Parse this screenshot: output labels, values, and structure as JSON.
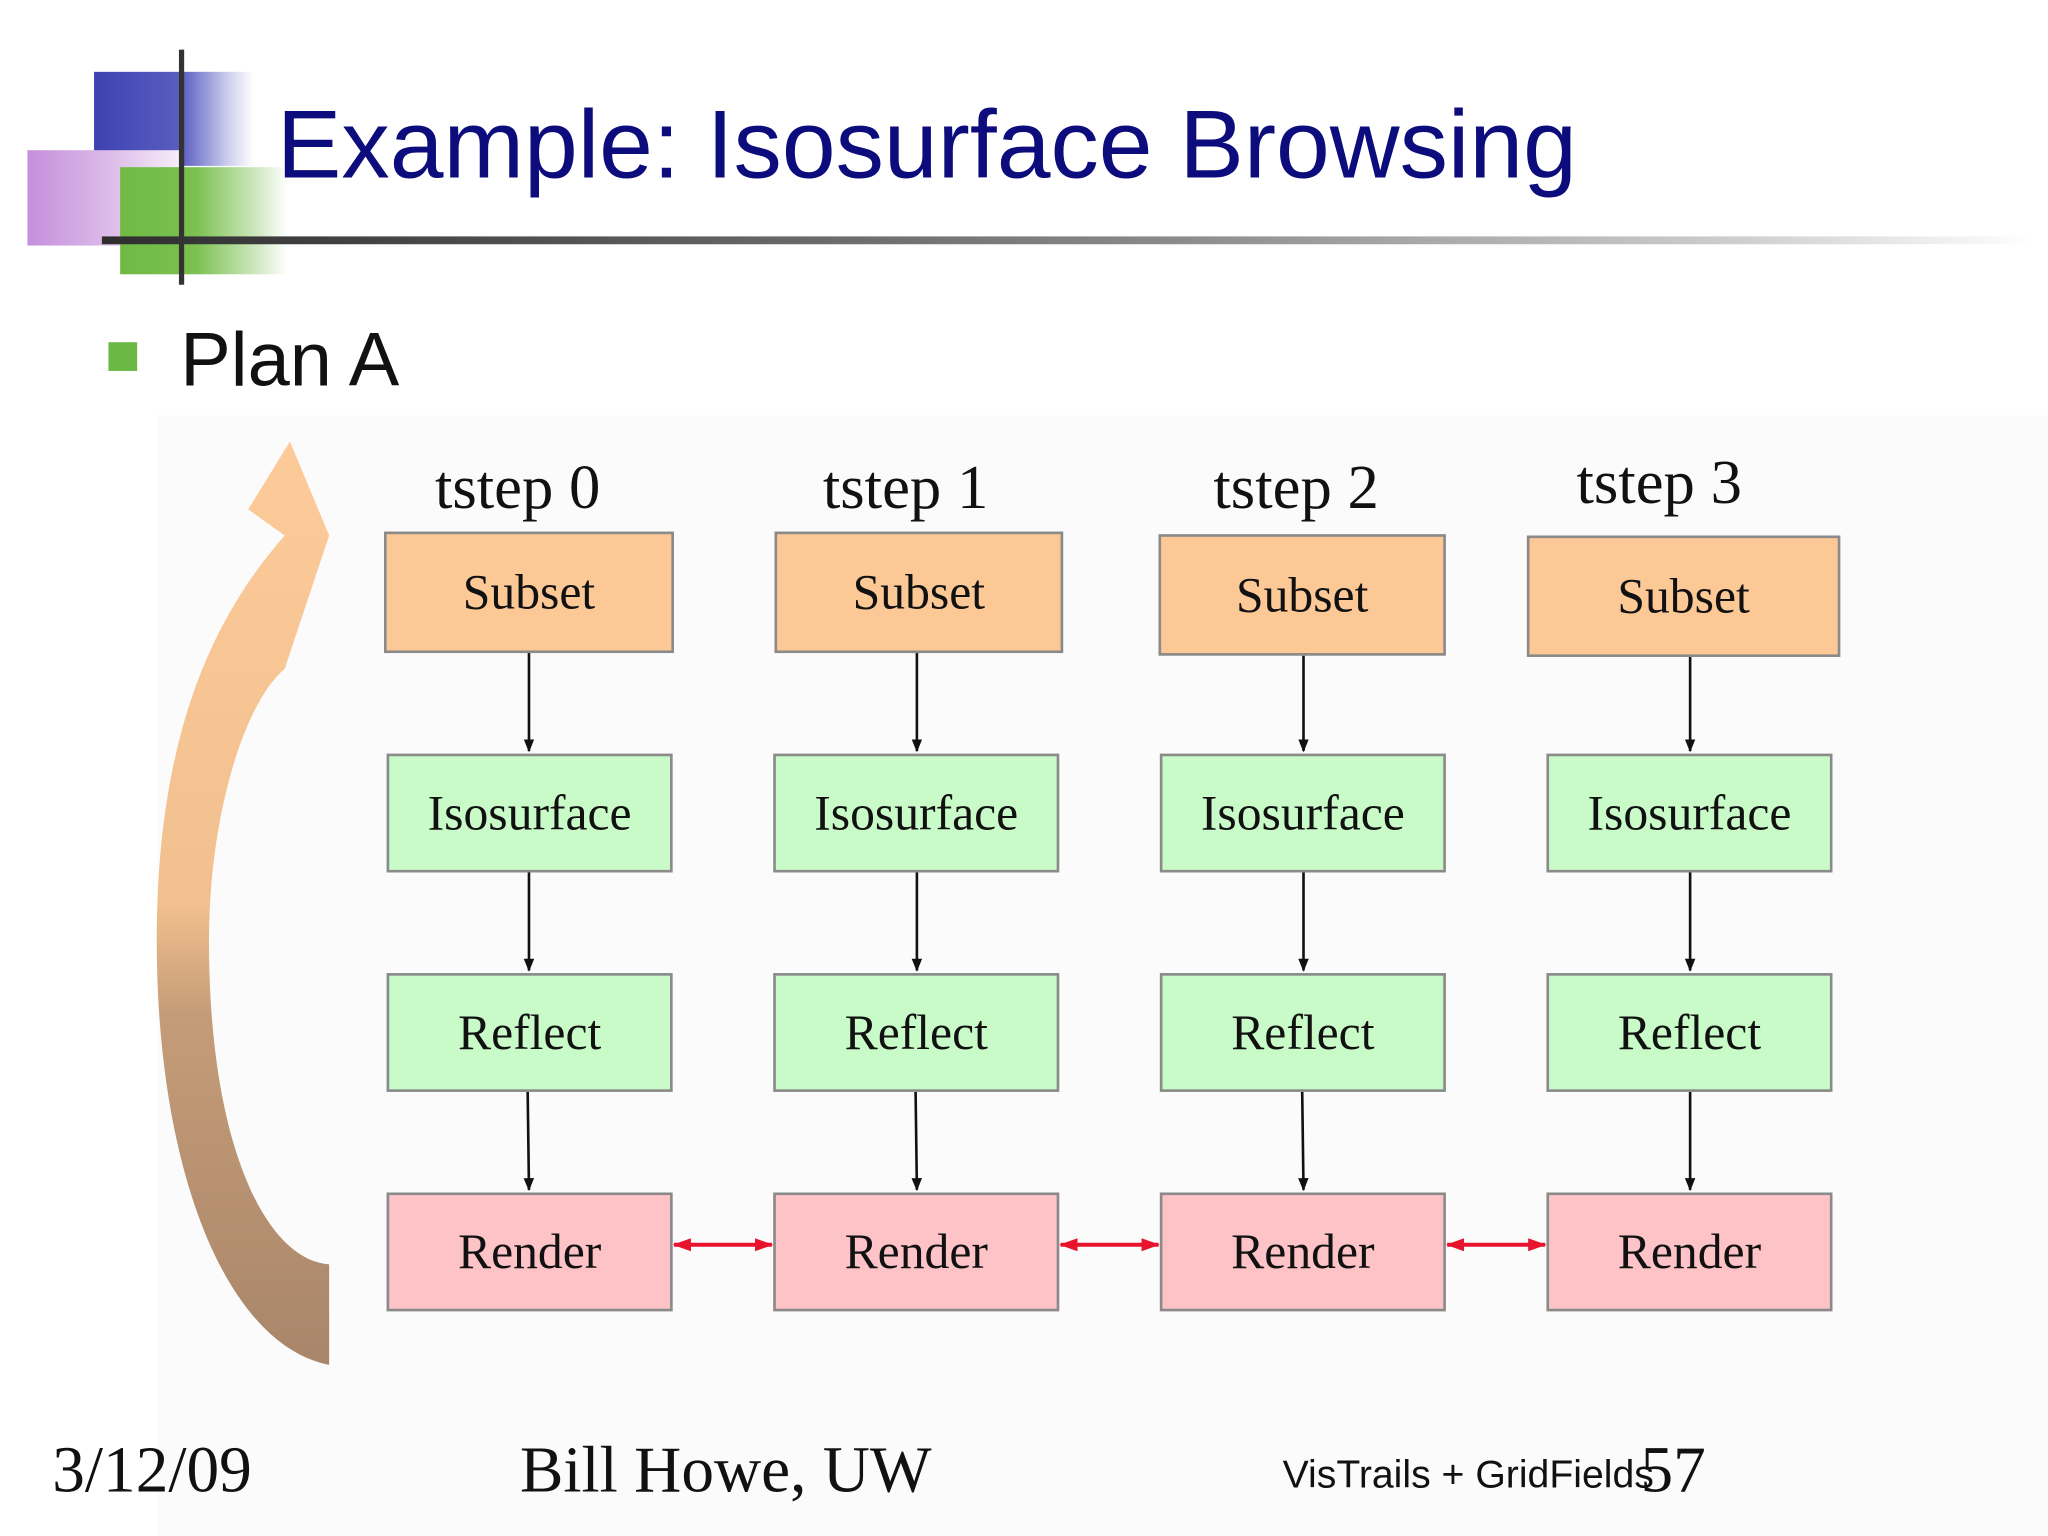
{
  "slide": {
    "title": "Example: Isosurface Browsing",
    "bullet": "Plan A"
  },
  "pipeline": {
    "columns": [
      {
        "label": "tstep 0",
        "stages": [
          "Subset",
          "Isosurface",
          "Reflect",
          "Render"
        ]
      },
      {
        "label": "tstep 1",
        "stages": [
          "Subset",
          "Isosurface",
          "Reflect",
          "Render"
        ]
      },
      {
        "label": "tstep 2",
        "stages": [
          "Subset",
          "Isosurface",
          "Reflect",
          "Render"
        ]
      },
      {
        "label": "tstep 3",
        "stages": [
          "Subset",
          "Isosurface",
          "Reflect",
          "Render"
        ]
      }
    ],
    "colors": {
      "subset": "#fcc896",
      "isosurface": "#c9fbc9",
      "reflect": "#c9fbc9",
      "render": "#fdc3c7",
      "render_link": "#e8132c",
      "flow_arrow": "#111111",
      "loop_arrow_top": "#fdcb99",
      "loop_arrow_bottom": "#a9866a"
    }
  },
  "footer": {
    "date": "3/12/09",
    "author": "Bill Howe, UW",
    "project": "VisTrails + GridFields",
    "page": "57"
  }
}
